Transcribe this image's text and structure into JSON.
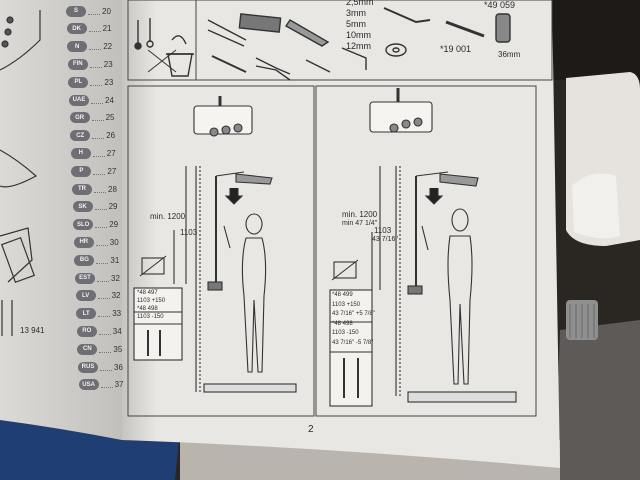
{
  "manual": {
    "page_number": "2",
    "languages": [
      {
        "code": "S",
        "page": "20"
      },
      {
        "code": "DK",
        "page": "21"
      },
      {
        "code": "N",
        "page": "22"
      },
      {
        "code": "FIN",
        "page": "23"
      },
      {
        "code": "PL",
        "page": "23"
      },
      {
        "code": "UAE",
        "page": "24"
      },
      {
        "code": "GR",
        "page": "25"
      },
      {
        "code": "CZ",
        "page": "26"
      },
      {
        "code": "H",
        "page": "27"
      },
      {
        "code": "P",
        "page": "27"
      },
      {
        "code": "TR",
        "page": "28"
      },
      {
        "code": "SK",
        "page": "29"
      },
      {
        "code": "SLO",
        "page": "29"
      },
      {
        "code": "HR",
        "page": "30"
      },
      {
        "code": "BG",
        "page": "31"
      },
      {
        "code": "EST",
        "page": "32"
      },
      {
        "code": "LV",
        "page": "32"
      },
      {
        "code": "LT",
        "page": "33"
      },
      {
        "code": "RO",
        "page": "34"
      },
      {
        "code": "CN",
        "page": "35"
      },
      {
        "code": "RUS",
        "page": "36"
      },
      {
        "code": "USA",
        "page": "37"
      }
    ],
    "left_page_part": "13 941",
    "tools": {
      "sizes": [
        "2,5mm",
        "3mm",
        "5mm",
        "10mm",
        "12mm"
      ],
      "part_a": "*19 001",
      "part_b": "*49 059",
      "size_b": "36mm"
    },
    "panel_left": {
      "min_height": "min. 1200",
      "height": "1103",
      "spec": [
        "*48 497",
        "1103 +150",
        "*48 498",
        "1103 -150"
      ]
    },
    "panel_right": {
      "min_height": "min. 1200",
      "min_height_in": "min 47 1/4\"",
      "height": "1103",
      "height_in": "43 7/16\"",
      "spec": [
        "*48 499",
        "1103 +150",
        "43 7/16\" +5 7/8\"",
        "*48 498",
        "1103 -150",
        "43 7/16\" -5 7/8\""
      ]
    }
  },
  "colors": {
    "paper": "#e9e7e3",
    "ink": "#2b2b2b",
    "badge": "#6e6e74",
    "background": "#2a2622"
  }
}
